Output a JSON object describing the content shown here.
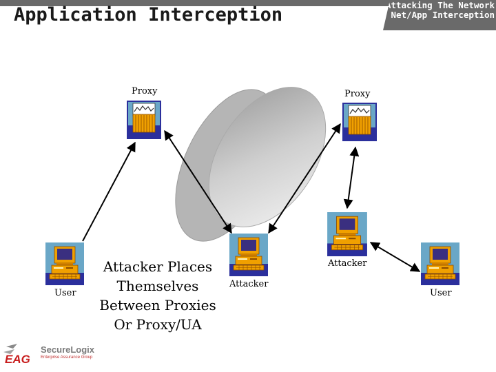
{
  "header": {
    "title": "Application Interception",
    "tab_line1": "Attacking The Network",
    "tab_line2": "Net/App Interception"
  },
  "nodes": {
    "proxy_left": "Proxy",
    "proxy_right": "Proxy",
    "user_left": "User",
    "attacker_center": "Attacker",
    "attacker_right": "Attacker",
    "user_right": "User"
  },
  "caption": {
    "line1": "Attacker Places",
    "line2": "Themselves",
    "line3": "Between Proxies",
    "line4": "Or Proxy/UA"
  },
  "logo": {
    "mark": "EAG",
    "name": "SecureLogix",
    "tagline": "Enterprise Assurance Group"
  },
  "colors": {
    "header_bar": "#6a6a6a",
    "icon_frame": "#2b2f9c",
    "icon_body": "#f0a000",
    "cloud": "#b8b8b8"
  }
}
